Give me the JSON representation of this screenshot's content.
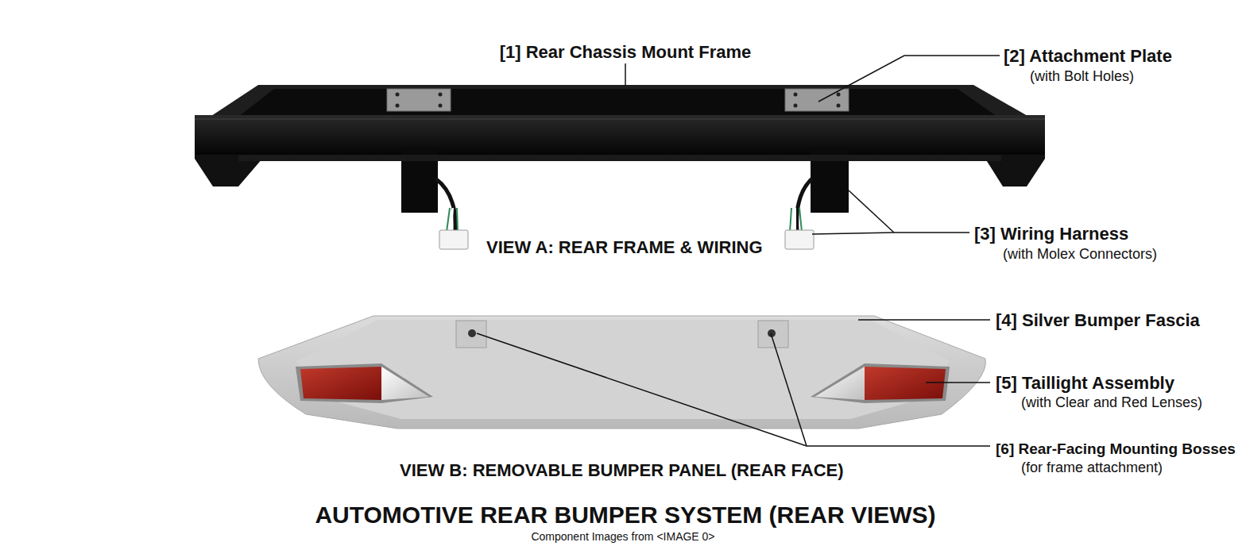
{
  "diagram": {
    "title": "AUTOMOTIVE REAR BUMPER SYSTEM (REAR VIEWS)",
    "caption": "Component Images from <IMAGE 0>",
    "labels": [
      "[1] Rear Chassis Mount Frame",
      "[2] Attachment Plate",
      "(with Bolt Holes)",
      "VIEW A: REAR FRAME & WIRING",
      "[3] Wiring Harness",
      "(with Molex Connectors)",
      "[4] Silver Bumper Fascia",
      "[5] Taillight Assembly",
      "(with Clear and Red Lenses)",
      "[6] Rear-Facing Mounting Bosses",
      "(for frame attachment)",
      "VIEW B: REMOVABLE BUMPER PANEL (REAR FACE)"
    ]
  }
}
